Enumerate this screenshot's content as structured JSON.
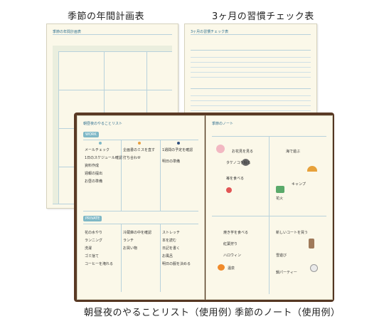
{
  "captions": {
    "top_left": "季節の年間計画表",
    "top_right": "3ヶ月の習慣チェック表",
    "bottom_left": "朝昼夜のやることリスト（使用例）",
    "bottom_right": "季節のノート（使用例）"
  },
  "pages": {
    "annual": {
      "header": "季節の年間計画表"
    },
    "habit": {
      "header": "3ヶ月の習慣チェック表"
    },
    "todo": {
      "header": "朝昼夜のやることリスト",
      "work_tag": "WORK",
      "private_tag": "PRIVATE",
      "work_morning": [
        "メールチェック",
        "1日のスケジュール確認",
        "資料作成",
        "週報の提出",
        "お昼の準備"
      ],
      "work_noon": [
        "企画書のミスを直す",
        "打ち合わせ"
      ],
      "work_night": [
        "1週間の予定を確認",
        "明日の準備"
      ],
      "private_morning": [
        "花の水やり",
        "ランニング",
        "洗濯",
        "ゴミ捨て",
        "コーヒーを淹れる"
      ],
      "private_noon": [
        "冷蔵庫の中を確認",
        "ランチ",
        "お買い物"
      ],
      "private_night": [
        "ストレッチ",
        "本を読む",
        "日記を書く",
        "お風呂",
        "明日の服を決める"
      ]
    },
    "seasonal": {
      "header": "季節のノート",
      "spring": [
        "お花見を見る",
        "タケノコを掘る",
        "苺を食べる"
      ],
      "summer": [
        "海で遊ぶ",
        "キャンプ",
        "花火"
      ],
      "autumn": [
        "焼き芋を食べる",
        "紅葉狩り",
        "ハロウィン",
        "温泉"
      ],
      "winter": [
        "新しいコートを買う",
        "雪遊び",
        "鍋パーティー"
      ]
    }
  }
}
